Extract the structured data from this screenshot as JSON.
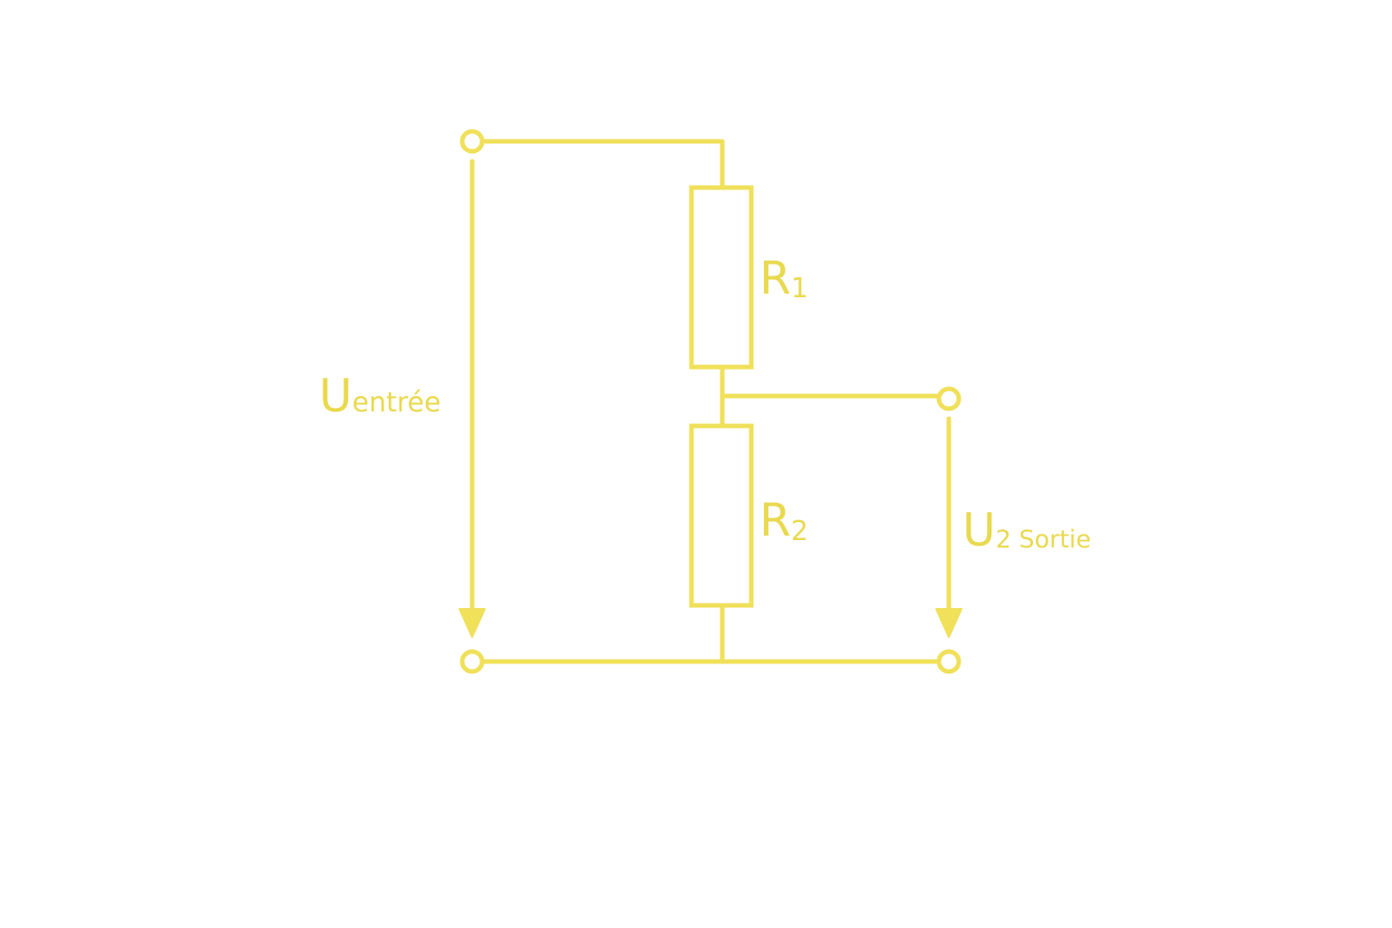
{
  "colors": {
    "stroke": "#f0e05a",
    "text": "#e9d94f",
    "background": "#ffffff"
  },
  "labels": {
    "u_input": {
      "main": "U",
      "sub": "entrée"
    },
    "r1": {
      "main": "R",
      "sub": "1"
    },
    "r2": {
      "main": "R",
      "sub": "2"
    },
    "u_output": {
      "main": "U",
      "sub": "2 Sortie"
    }
  }
}
